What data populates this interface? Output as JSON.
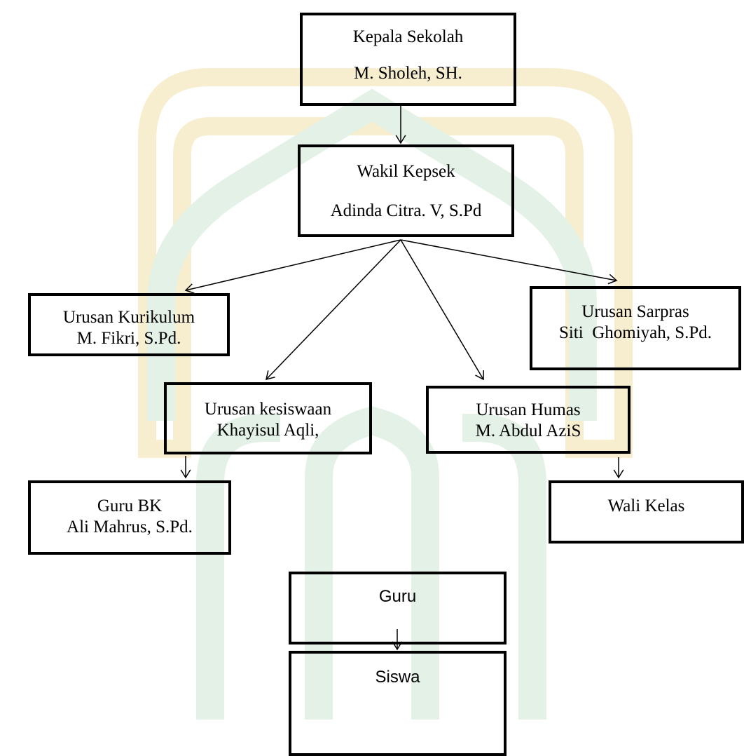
{
  "nodes": {
    "kepala": {
      "title": "Kepala Sekolah",
      "name": "M. Sholeh, SH."
    },
    "wakil": {
      "title": "Wakil Kepsek",
      "name": "Adinda Citra. V, S.Pd"
    },
    "kurikulum": {
      "title": "Urusan Kurikulum",
      "name": "M. Fikri, S.Pd."
    },
    "sarpras": {
      "title": "Urusan Sarpras",
      "name": "Siti  Ghomiyah, S.Pd."
    },
    "kesiswaan": {
      "title": "Urusan kesiswaan",
      "name": "Khayisul Aqli,"
    },
    "humas": {
      "title": "Urusan Humas",
      "name": "M. Abdul AziS"
    },
    "gurubk": {
      "title": "Guru BK",
      "name": "Ali Mahrus, S.Pd."
    },
    "walikelas": {
      "title": "Wali Kelas"
    },
    "guru": {
      "title": "Guru"
    },
    "siswa": {
      "title": "Siswa"
    }
  },
  "edges": [
    [
      "kepala",
      "wakil"
    ],
    [
      "wakil",
      "kurikulum"
    ],
    [
      "wakil",
      "kesiswaan"
    ],
    [
      "wakil",
      "humas"
    ],
    [
      "wakil",
      "sarpras"
    ],
    [
      "kesiswaan",
      "gurubk"
    ],
    [
      "humas",
      "walikelas"
    ],
    [
      "guru",
      "siswa"
    ]
  ],
  "colors": {
    "watermark_gold": "#f7edcf",
    "watermark_green": "#e4f1e6",
    "border": "#000000"
  },
  "watermark": "university-logo-watermark"
}
